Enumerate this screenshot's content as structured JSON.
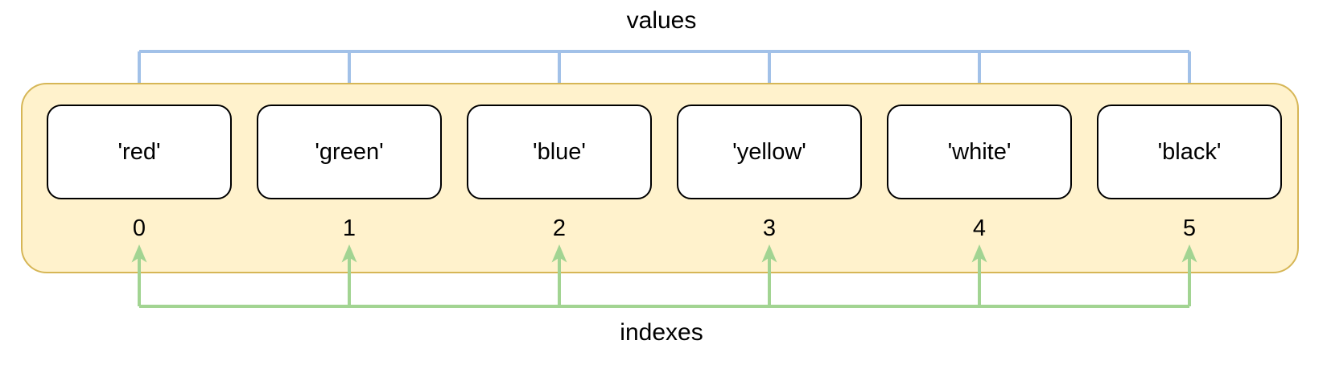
{
  "labels": {
    "top": "values",
    "bottom": "indexes"
  },
  "list": {
    "items": [
      {
        "value": "'red'",
        "index": "0"
      },
      {
        "value": "'green'",
        "index": "1"
      },
      {
        "value": "'blue'",
        "index": "2"
      },
      {
        "value": "'yellow'",
        "index": "3"
      },
      {
        "value": "'white'",
        "index": "4"
      },
      {
        "value": "'black'",
        "index": "5"
      }
    ]
  },
  "colors": {
    "values_arrow": "#A2C1E8",
    "indexes_arrow": "#A2D492",
    "container_fill": "#FFF2CC",
    "container_border": "#D6B656",
    "box_fill": "#FFFFFF",
    "box_border": "#000000",
    "text": "#000000"
  }
}
